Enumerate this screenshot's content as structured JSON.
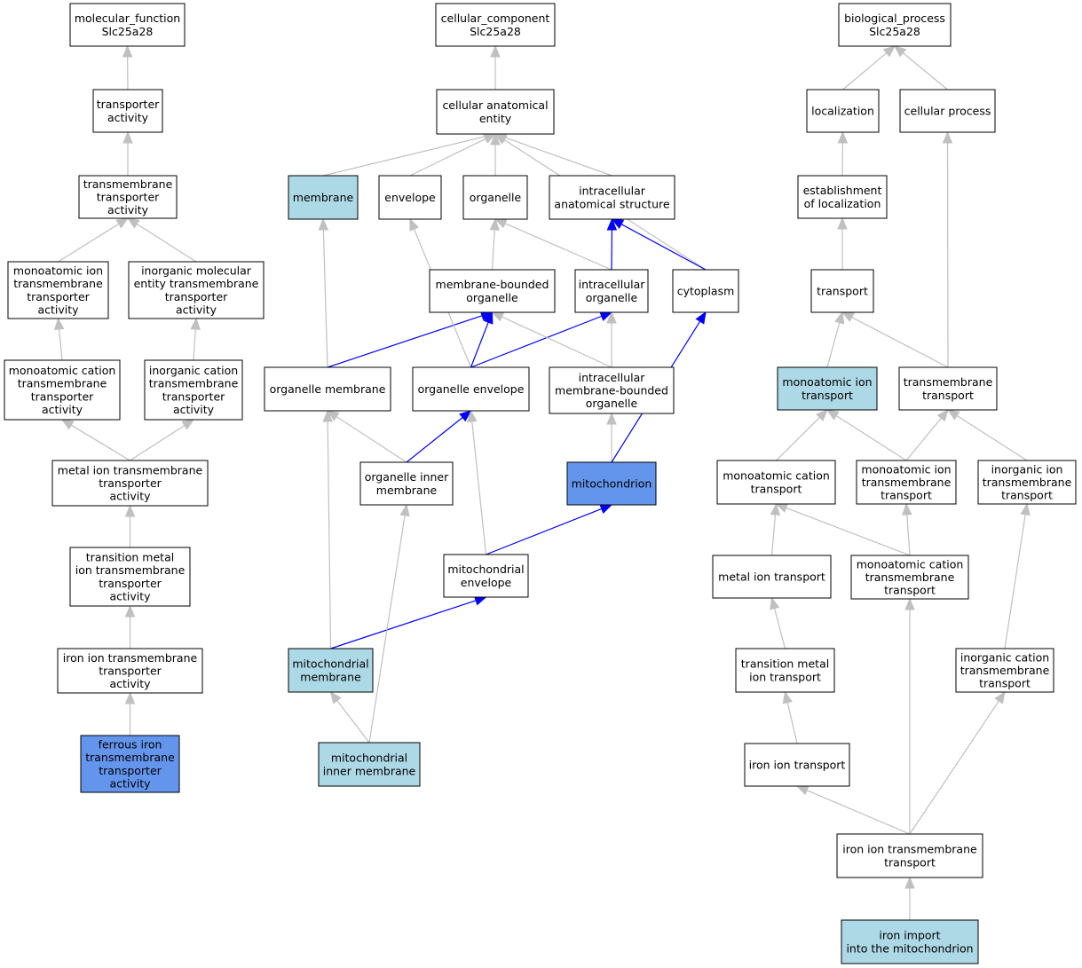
{
  "colors": {
    "node_default": "#ffffff",
    "node_light": "#add8e6",
    "node_strong": "#6495ed",
    "edge_grey": "#c0c0c0",
    "edge_blue": "#0000ff"
  },
  "nodes": [
    {
      "id": "mf",
      "lines": [
        "molecular_function",
        "Slc25a28"
      ],
      "fill": "default"
    },
    {
      "id": "ta",
      "lines": [
        "transporter",
        "activity"
      ],
      "fill": "default"
    },
    {
      "id": "tmta",
      "lines": [
        "transmembrane",
        "transporter",
        "activity"
      ],
      "fill": "default"
    },
    {
      "id": "moita",
      "lines": [
        "monoatomic ion",
        "transmembrane",
        "transporter",
        "activity"
      ],
      "fill": "default"
    },
    {
      "id": "imeta",
      "lines": [
        "inorganic molecular",
        "entity transmembrane",
        "transporter",
        "activity"
      ],
      "fill": "default"
    },
    {
      "id": "mocta",
      "lines": [
        "monoatomic cation",
        "transmembrane",
        "transporter",
        "activity"
      ],
      "fill": "default"
    },
    {
      "id": "icta",
      "lines": [
        "inorganic cation",
        "transmembrane",
        "transporter",
        "activity"
      ],
      "fill": "default"
    },
    {
      "id": "mita",
      "lines": [
        "metal ion transmembrane",
        "transporter",
        "activity"
      ],
      "fill": "default"
    },
    {
      "id": "tmita",
      "lines": [
        "transition metal",
        "ion transmembrane",
        "transporter",
        "activity"
      ],
      "fill": "default"
    },
    {
      "id": "iita",
      "lines": [
        "iron ion transmembrane",
        "transporter",
        "activity"
      ],
      "fill": "default"
    },
    {
      "id": "fita",
      "lines": [
        "ferrous iron",
        "transmembrane",
        "transporter",
        "activity"
      ],
      "fill": "strong"
    },
    {
      "id": "cc",
      "lines": [
        "cellular_component",
        "Slc25a28"
      ],
      "fill": "default"
    },
    {
      "id": "cae",
      "lines": [
        "cellular anatomical",
        "entity"
      ],
      "fill": "default"
    },
    {
      "id": "mem",
      "lines": [
        "membrane"
      ],
      "fill": "light"
    },
    {
      "id": "env",
      "lines": [
        "envelope"
      ],
      "fill": "default"
    },
    {
      "id": "org",
      "lines": [
        "organelle"
      ],
      "fill": "default"
    },
    {
      "id": "ias",
      "lines": [
        "intracellular",
        "anatomical structure"
      ],
      "fill": "default"
    },
    {
      "id": "mbo",
      "lines": [
        "membrane-bounded",
        "organelle"
      ],
      "fill": "default"
    },
    {
      "id": "io",
      "lines": [
        "intracellular",
        "organelle"
      ],
      "fill": "default"
    },
    {
      "id": "cyto",
      "lines": [
        "cytoplasm"
      ],
      "fill": "default"
    },
    {
      "id": "om",
      "lines": [
        "organelle membrane"
      ],
      "fill": "default"
    },
    {
      "id": "oe",
      "lines": [
        "organelle envelope"
      ],
      "fill": "default"
    },
    {
      "id": "imbo",
      "lines": [
        "intracellular",
        "membrane-bounded",
        "organelle"
      ],
      "fill": "default"
    },
    {
      "id": "oim",
      "lines": [
        "organelle inner",
        "membrane"
      ],
      "fill": "default"
    },
    {
      "id": "mito",
      "lines": [
        "mitochondrion"
      ],
      "fill": "strong"
    },
    {
      "id": "me",
      "lines": [
        "mitochondrial",
        "envelope"
      ],
      "fill": "default"
    },
    {
      "id": "mm",
      "lines": [
        "mitochondrial",
        "membrane"
      ],
      "fill": "light"
    },
    {
      "id": "mim",
      "lines": [
        "mitochondrial",
        "inner membrane"
      ],
      "fill": "light"
    },
    {
      "id": "bp",
      "lines": [
        "biological_process",
        "Slc25a28"
      ],
      "fill": "default"
    },
    {
      "id": "loc",
      "lines": [
        "localization"
      ],
      "fill": "default"
    },
    {
      "id": "cp",
      "lines": [
        "cellular process"
      ],
      "fill": "default"
    },
    {
      "id": "eol",
      "lines": [
        "establishment",
        "of localization"
      ],
      "fill": "default"
    },
    {
      "id": "tr",
      "lines": [
        "transport"
      ],
      "fill": "default"
    },
    {
      "id": "moit",
      "lines": [
        "monoatomic ion",
        "transport"
      ],
      "fill": "light"
    },
    {
      "id": "tmt",
      "lines": [
        "transmembrane",
        "transport"
      ],
      "fill": "default"
    },
    {
      "id": "moct",
      "lines": [
        "monoatomic cation",
        "transport"
      ],
      "fill": "default"
    },
    {
      "id": "moitt",
      "lines": [
        "monoatomic ion",
        "transmembrane",
        "transport"
      ],
      "fill": "default"
    },
    {
      "id": "iitt",
      "lines": [
        "inorganic ion",
        "transmembrane",
        "transport"
      ],
      "fill": "default"
    },
    {
      "id": "mit",
      "lines": [
        "metal ion transport"
      ],
      "fill": "default"
    },
    {
      "id": "moctt",
      "lines": [
        "monoatomic cation",
        "transmembrane",
        "transport"
      ],
      "fill": "default"
    },
    {
      "id": "tmit",
      "lines": [
        "transition metal",
        "ion transport"
      ],
      "fill": "default"
    },
    {
      "id": "ictt",
      "lines": [
        "inorganic cation",
        "transmembrane",
        "transport"
      ],
      "fill": "default"
    },
    {
      "id": "iit",
      "lines": [
        "iron ion transport"
      ],
      "fill": "default"
    },
    {
      "id": "iitmt",
      "lines": [
        "iron ion transmembrane",
        "transport"
      ],
      "fill": "default"
    },
    {
      "id": "iim",
      "lines": [
        "iron import",
        "into the mitochondrion"
      ],
      "fill": "light"
    }
  ],
  "edges": [
    {
      "from": "ta",
      "to": "mf",
      "color": "grey"
    },
    {
      "from": "tmta",
      "to": "ta",
      "color": "grey"
    },
    {
      "from": "moita",
      "to": "tmta",
      "color": "grey"
    },
    {
      "from": "imeta",
      "to": "tmta",
      "color": "grey"
    },
    {
      "from": "mocta",
      "to": "moita",
      "color": "grey"
    },
    {
      "from": "icta",
      "to": "imeta",
      "color": "grey"
    },
    {
      "from": "mita",
      "to": "mocta",
      "color": "grey"
    },
    {
      "from": "mita",
      "to": "icta",
      "color": "grey"
    },
    {
      "from": "tmita",
      "to": "mita",
      "color": "grey"
    },
    {
      "from": "iita",
      "to": "tmita",
      "color": "grey"
    },
    {
      "from": "fita",
      "to": "iita",
      "color": "grey"
    },
    {
      "from": "cae",
      "to": "cc",
      "color": "grey"
    },
    {
      "from": "mem",
      "to": "cae",
      "color": "grey"
    },
    {
      "from": "env",
      "to": "cae",
      "color": "grey"
    },
    {
      "from": "org",
      "to": "cae",
      "color": "grey"
    },
    {
      "from": "ias",
      "to": "cae",
      "color": "grey"
    },
    {
      "from": "cyto",
      "to": "cae",
      "color": "grey"
    },
    {
      "from": "mbo",
      "to": "org",
      "color": "grey"
    },
    {
      "from": "io",
      "to": "org",
      "color": "grey"
    },
    {
      "from": "io",
      "to": "ias",
      "color": "blue"
    },
    {
      "from": "cyto",
      "to": "ias",
      "color": "blue"
    },
    {
      "from": "om",
      "to": "mem",
      "color": "grey"
    },
    {
      "from": "om",
      "to": "mbo",
      "color": "blue"
    },
    {
      "from": "oe",
      "to": "env",
      "color": "grey"
    },
    {
      "from": "oe",
      "to": "mbo",
      "color": "blue"
    },
    {
      "from": "oe",
      "to": "io",
      "color": "blue"
    },
    {
      "from": "imbo",
      "to": "mbo",
      "color": "grey"
    },
    {
      "from": "imbo",
      "to": "io",
      "color": "grey"
    },
    {
      "from": "oim",
      "to": "om",
      "color": "grey"
    },
    {
      "from": "oim",
      "to": "oe",
      "color": "blue"
    },
    {
      "from": "mito",
      "to": "imbo",
      "color": "grey"
    },
    {
      "from": "mito",
      "to": "cyto",
      "color": "blue"
    },
    {
      "from": "me",
      "to": "oe",
      "color": "grey"
    },
    {
      "from": "me",
      "to": "mito",
      "color": "blue"
    },
    {
      "from": "mm",
      "to": "om",
      "color": "grey"
    },
    {
      "from": "mm",
      "to": "me",
      "color": "blue"
    },
    {
      "from": "mim",
      "to": "oim",
      "color": "grey"
    },
    {
      "from": "mim",
      "to": "mm",
      "color": "grey"
    },
    {
      "from": "loc",
      "to": "bp",
      "color": "grey"
    },
    {
      "from": "cp",
      "to": "bp",
      "color": "grey"
    },
    {
      "from": "eol",
      "to": "loc",
      "color": "grey"
    },
    {
      "from": "tr",
      "to": "eol",
      "color": "grey"
    },
    {
      "from": "moit",
      "to": "tr",
      "color": "grey"
    },
    {
      "from": "tmt",
      "to": "tr",
      "color": "grey"
    },
    {
      "from": "tmt",
      "to": "cp",
      "color": "grey"
    },
    {
      "from": "moct",
      "to": "moit",
      "color": "grey"
    },
    {
      "from": "moitt",
      "to": "moit",
      "color": "grey"
    },
    {
      "from": "moitt",
      "to": "tmt",
      "color": "grey"
    },
    {
      "from": "iitt",
      "to": "tmt",
      "color": "grey"
    },
    {
      "from": "mit",
      "to": "moct",
      "color": "grey"
    },
    {
      "from": "moctt",
      "to": "moct",
      "color": "grey"
    },
    {
      "from": "moctt",
      "to": "moitt",
      "color": "grey"
    },
    {
      "from": "tmit",
      "to": "mit",
      "color": "grey"
    },
    {
      "from": "ictt",
      "to": "iitt",
      "color": "grey"
    },
    {
      "from": "iit",
      "to": "tmit",
      "color": "grey"
    },
    {
      "from": "iitmt",
      "to": "iit",
      "color": "grey"
    },
    {
      "from": "iitmt",
      "to": "moctt",
      "color": "grey"
    },
    {
      "from": "iitmt",
      "to": "ictt",
      "color": "grey"
    },
    {
      "from": "iim",
      "to": "iitmt",
      "color": "grey"
    }
  ]
}
